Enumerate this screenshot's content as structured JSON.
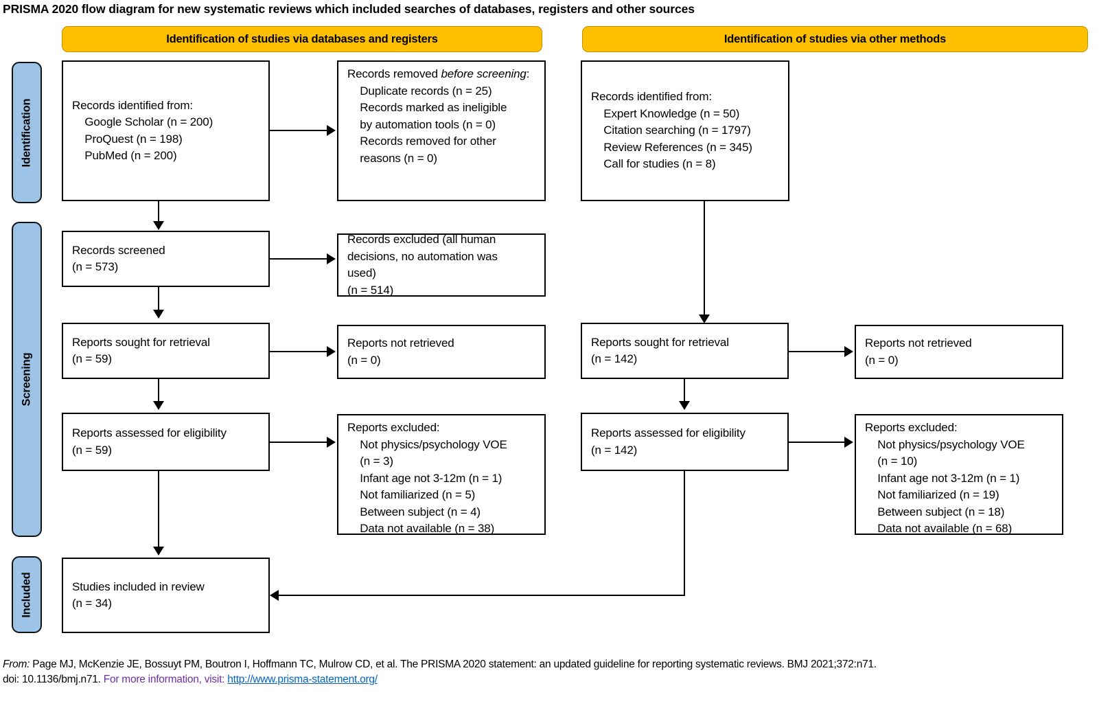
{
  "title": "PRISMA 2020 flow diagram for new systematic reviews which included searches of databases, registers and other sources",
  "banners": {
    "left": "Identification of studies via databases and registers",
    "right": "Identification of studies via other methods"
  },
  "stage_labels": {
    "identification": "Identification",
    "screening": "Screening",
    "included": "Included"
  },
  "boxes": {
    "records_identified_db": "Records identified from:\n    Google Scholar (n = 200)\n    ProQuest (n = 198)\n    PubMed (n = 200)",
    "records_removed_head": "Records removed ",
    "records_removed_italic": "before screening",
    "records_removed_rest": ":\n    Duplicate records (n = 25)\n    Records marked as ineligible\n    by automation tools (n = 0)\n    Records removed for other\n    reasons (n = 0)",
    "records_identified_other": "Records identified from:\n    Expert Knowledge (n = 50)\n    Citation searching (n = 1797)\n    Review References (n = 345)\n    Call for studies (n = 8)",
    "records_screened": "Records screened\n(n = 573)",
    "records_excluded": "Records excluded (all human\ndecisions, no automation was\nused)\n(n = 514)",
    "reports_sought_left": "Reports sought for retrieval\n(n = 59)",
    "reports_not_retrieved_left": "Reports not retrieved\n(n = 0)",
    "reports_sought_right": "Reports sought for retrieval\n(n = 142)",
    "reports_not_retrieved_right": "Reports not retrieved\n(n = 0)",
    "reports_assessed_left": "Reports assessed for eligibility\n(n = 59)",
    "reports_excluded_left": "Reports excluded:\n    Not physics/psychology VOE\n    (n = 3)\n    Infant age not 3-12m (n = 1)\n    Not familiarized (n = 5)\n    Between subject (n = 4)\n    Data not available (n = 38)",
    "reports_assessed_right": "Reports assessed for eligibility\n(n = 142)",
    "reports_excluded_right": "Reports excluded:\n    Not physics/psychology VOE\n    (n = 10)\n    Infant age not 3-12m (n = 1)\n    Not familiarized (n = 19)\n    Between subject (n = 18)\n    Data not available (n = 68)",
    "studies_included": "Studies included in review\n(n = 34)"
  },
  "footer": {
    "from_label": "From:",
    "citation": "  Page MJ, McKenzie JE, Bossuyt PM, Boutron I, Hoffmann TC, Mulrow CD, et al. The PRISMA 2020 statement: an updated guideline for reporting systematic reviews. BMJ 2021;372:n71.",
    "doi": "doi: 10.1136/bmj.n71. ",
    "more_info": "For more information, visit: ",
    "url": "http://www.prisma-statement.org/"
  },
  "colors": {
    "banner_fill": "#FFC000",
    "banner_border": "#BF9000",
    "stage_fill": "#9DC3E6",
    "box_border": "#000000",
    "url_link": "#0563C1",
    "more_info_text": "#7030A0"
  }
}
